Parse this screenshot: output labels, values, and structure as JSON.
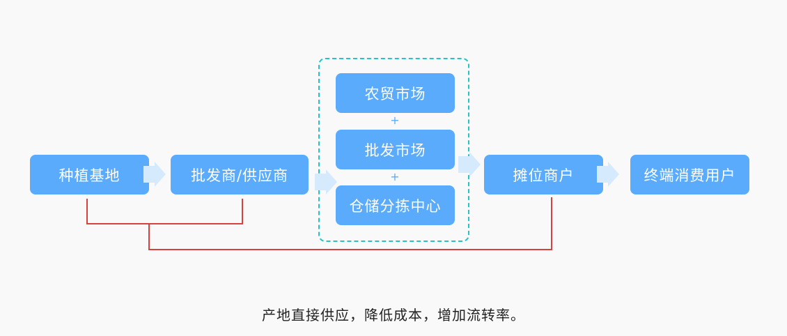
{
  "nodes": {
    "planting_base": "种植基地",
    "wholesaler": "批发商/供应商",
    "farmers_market": "农贸市场",
    "wholesale_market": "批发市场",
    "warehouse_center": "仓储分拣中心",
    "stall_merchants": "摊位商户",
    "end_consumers": "终端消费用户"
  },
  "plus_symbol": "+",
  "caption": "产地直接供应，降低成本，增加流转率。",
  "colors": {
    "box_fill": "#5aabfb",
    "arrow_fill": "#d6eafe",
    "dashed_border": "#27c2c8",
    "connector_line": "#d9413f"
  }
}
